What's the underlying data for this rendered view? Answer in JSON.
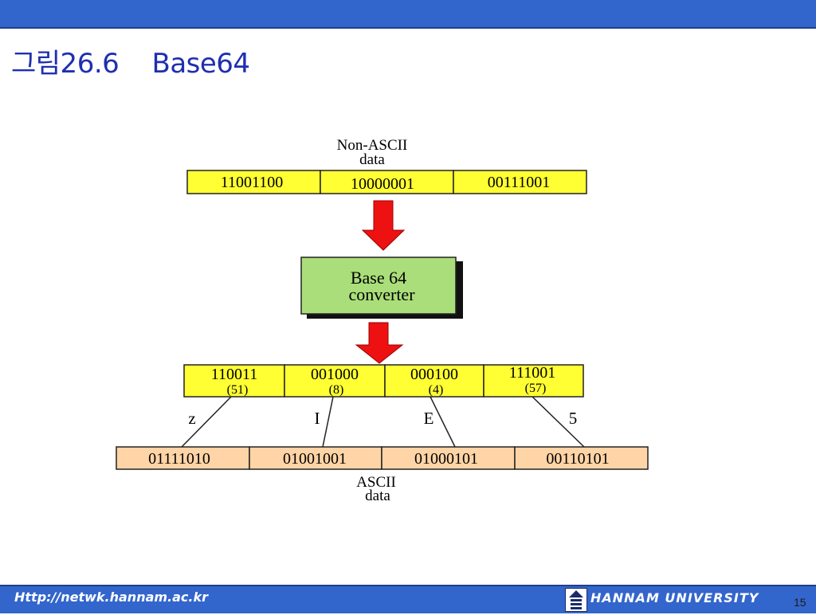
{
  "slide": {
    "title": "그림26.6    Base64",
    "footer_url": "Http://netwk.hannam.ac.kr",
    "logo_name": "HANNAM UNIVERSITY",
    "page_number": "15"
  },
  "diagram": {
    "input_label_1": "Non-ASCII",
    "input_label_2": "data",
    "input_bytes": [
      "11001100",
      "10000001",
      "00111001"
    ],
    "converter_line_1": "Base 64",
    "converter_line_2": "converter",
    "sextets": [
      {
        "bits": "110011",
        "value": "(51)"
      },
      {
        "bits": "001000",
        "value": "(8)"
      },
      {
        "bits": "000100",
        "value": "(4)"
      },
      {
        "bits": "111001",
        "value": "(57)"
      }
    ],
    "chars": [
      "z",
      "I",
      "E",
      "5"
    ],
    "output_bytes": [
      "01111010",
      "01001001",
      "01000101",
      "00110101"
    ],
    "output_label_1": "ASCII",
    "output_label_2": "data",
    "colors": {
      "input_fill": "#ffff33",
      "converter_fill": "#aade7a",
      "arrow_fill": "#ee1111",
      "output_fill": "#ffd4a6"
    }
  }
}
